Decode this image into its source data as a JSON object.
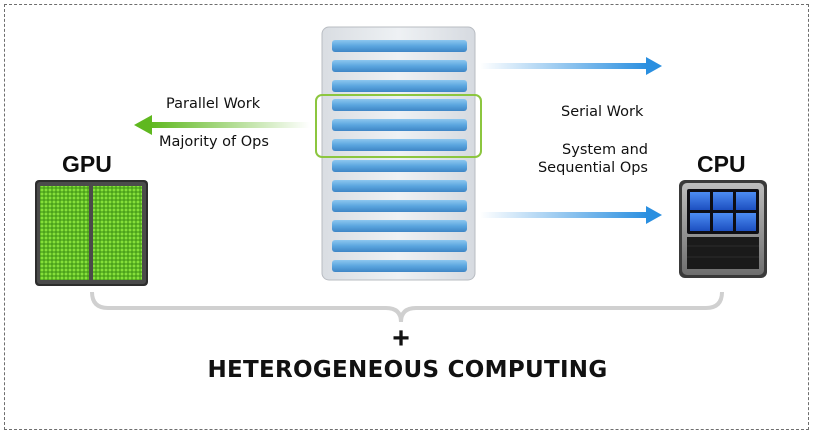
{
  "gpu": {
    "label": "GPU",
    "icon": "gpu-chip-icon"
  },
  "cpu": {
    "label": "CPU",
    "icon": "cpu-chip-icon"
  },
  "parallel": {
    "line1": "Parallel Work",
    "line2": "Majority of Ops",
    "color": "#5fb81f"
  },
  "serial": {
    "line1": "Serial Work",
    "line2": "System and",
    "line3": "Sequential Ops",
    "color": "#2a8fe0"
  },
  "combine": {
    "symbol": "+",
    "title": "HETEROGENEOUS COMPUTING"
  },
  "colors": {
    "task_bar": "#5fa8e0",
    "highlight": "#8cc63f",
    "gpu_green": "#6fd22a",
    "cpu_blue": "#2f6fe0"
  }
}
